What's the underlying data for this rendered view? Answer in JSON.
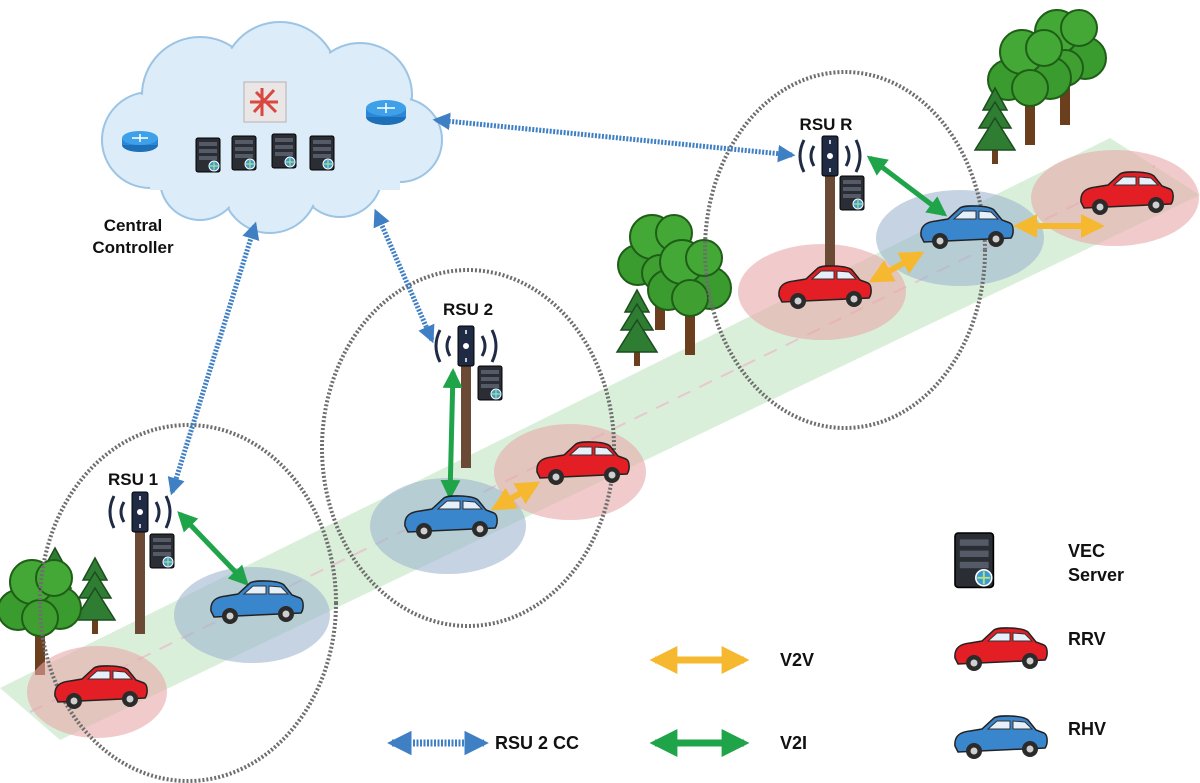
{
  "cloud": {
    "label_line1": "Central",
    "label_line2": "Controller"
  },
  "rsus": [
    {
      "label": "RSU 1"
    },
    {
      "label": "RSU 2"
    },
    {
      "label": "RSU R"
    }
  ],
  "legend": {
    "vec_server_line1": "VEC",
    "vec_server_line2": "Server",
    "rrv": "RRV",
    "rhv": "RHV",
    "v2v": "V2V",
    "v2i": "V2I",
    "rsu2cc": "RSU 2 CC"
  },
  "colors": {
    "road": "#d4ecd4",
    "car_red": "#e31e24",
    "car_blue": "#3a86cc",
    "zone_red": "#e8a8a8",
    "zone_blue": "#9fb6cf",
    "v2v_arrow": "#f5b82e",
    "v2i_arrow": "#1fa44a",
    "rsu2cc_arrow": "#3f7fc4",
    "coverage_ring": "#6e6e6e",
    "cloud": "#dcecf9"
  }
}
